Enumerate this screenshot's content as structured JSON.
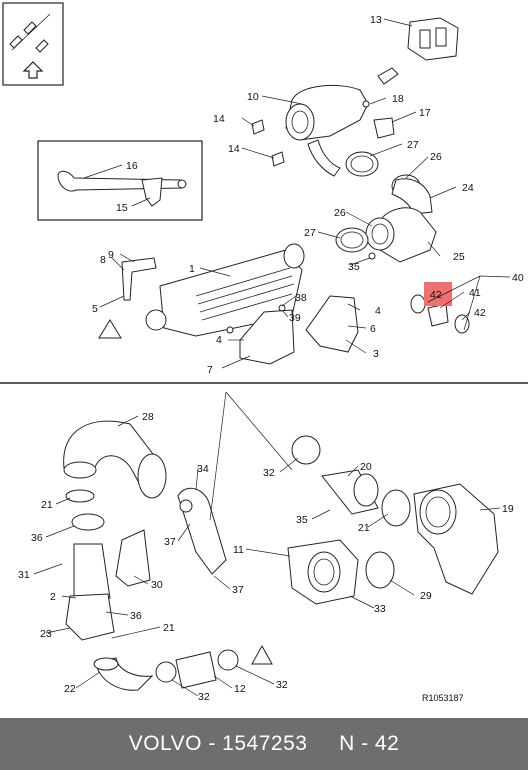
{
  "footer": {
    "text": "VOLVO - 1547253     N - 42"
  },
  "reference_code": "R1053187",
  "highlight_color": "#f07070",
  "callouts": [
    {
      "id": "13",
      "text": "13"
    },
    {
      "id": "10",
      "text": "10"
    },
    {
      "id": "18",
      "text": "18"
    },
    {
      "id": "17",
      "text": "17"
    },
    {
      "id": "14a",
      "text": "14"
    },
    {
      "id": "14b",
      "text": "14"
    },
    {
      "id": "27a",
      "text": "27"
    },
    {
      "id": "26a",
      "text": "26"
    },
    {
      "id": "16",
      "text": "16"
    },
    {
      "id": "15",
      "text": "15"
    },
    {
      "id": "24",
      "text": "24"
    },
    {
      "id": "26b",
      "text": "26"
    },
    {
      "id": "27b",
      "text": "27"
    },
    {
      "id": "25",
      "text": "25"
    },
    {
      "id": "35a",
      "text": "35"
    },
    {
      "id": "9",
      "text": "9"
    },
    {
      "id": "1",
      "text": "1"
    },
    {
      "id": "8",
      "text": "8"
    },
    {
      "id": "5",
      "text": "5"
    },
    {
      "id": "38",
      "text": "38"
    },
    {
      "id": "39",
      "text": "39"
    },
    {
      "id": "4a",
      "text": "4"
    },
    {
      "id": "4b",
      "text": "4"
    },
    {
      "id": "6",
      "text": "6"
    },
    {
      "id": "3",
      "text": "3"
    },
    {
      "id": "7",
      "text": "7"
    },
    {
      "id": "42a",
      "text": "42"
    },
    {
      "id": "41",
      "text": "41"
    },
    {
      "id": "40",
      "text": "40"
    },
    {
      "id": "42b",
      "text": "42"
    },
    {
      "id": "28",
      "text": "28"
    },
    {
      "id": "34",
      "text": "34"
    },
    {
      "id": "32a",
      "text": "32"
    },
    {
      "id": "20",
      "text": "20"
    },
    {
      "id": "21a",
      "text": "21"
    },
    {
      "id": "36a",
      "text": "36"
    },
    {
      "id": "37a",
      "text": "37"
    },
    {
      "id": "19",
      "text": "19"
    },
    {
      "id": "35b",
      "text": "35"
    },
    {
      "id": "21b",
      "text": "21"
    },
    {
      "id": "31",
      "text": "31"
    },
    {
      "id": "30",
      "text": "30"
    },
    {
      "id": "11",
      "text": "11"
    },
    {
      "id": "2",
      "text": "2"
    },
    {
      "id": "37b",
      "text": "37"
    },
    {
      "id": "29",
      "text": "29"
    },
    {
      "id": "33",
      "text": "33"
    },
    {
      "id": "36b",
      "text": "36"
    },
    {
      "id": "21c",
      "text": "21"
    },
    {
      "id": "23",
      "text": "23"
    },
    {
      "id": "22",
      "text": "22"
    },
    {
      "id": "32b",
      "text": "32"
    },
    {
      "id": "12",
      "text": "12"
    },
    {
      "id": "32c",
      "text": "32"
    }
  ]
}
